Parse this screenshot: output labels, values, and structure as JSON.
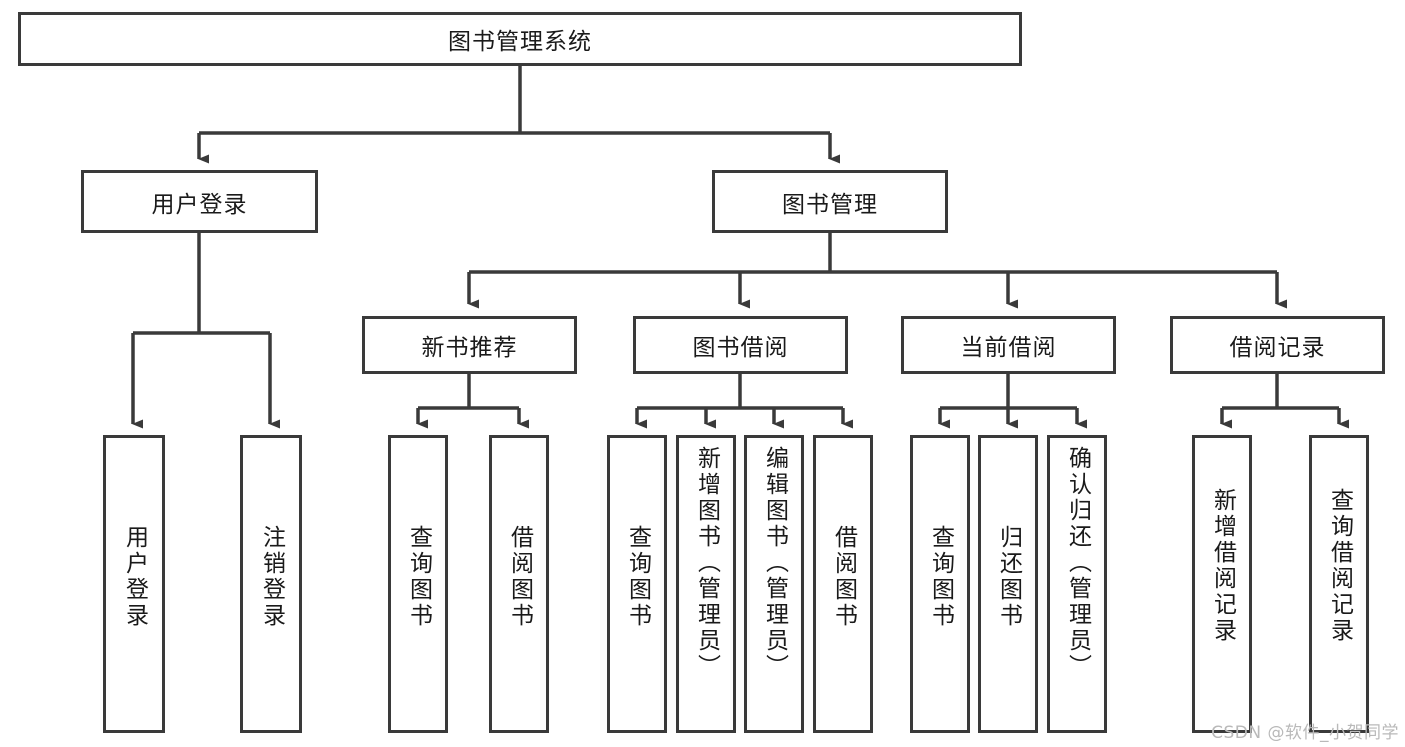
{
  "diagram": {
    "title": "图书管理系统",
    "type": "tree-hierarchy-chart",
    "watermark": "CSDN @软件_小贺同学",
    "colors": {
      "border": "#3a3a3a",
      "connector": "#3a3a3a",
      "background": "#ffffff",
      "text": "#1a1a1a",
      "watermark": "#b9b9b9"
    },
    "nodes": {
      "root": {
        "label": "图书管理系统"
      },
      "level2": [
        {
          "label": "用户登录"
        },
        {
          "label": "图书管理"
        }
      ],
      "level3": [
        {
          "label": "新书推荐"
        },
        {
          "label": "图书借阅"
        },
        {
          "label": "当前借阅"
        },
        {
          "label": "借阅记录"
        }
      ],
      "leaves_user_login": [
        {
          "label": "用户登录"
        },
        {
          "label": "注销登录"
        }
      ],
      "leaves_new_book": [
        {
          "label": "查询图书"
        },
        {
          "label": "借阅图书"
        }
      ],
      "leaves_book_borrow": [
        {
          "label": "查询图书"
        },
        {
          "label": "新增图书（管理员）"
        },
        {
          "label": "编辑图书（管理员）"
        },
        {
          "label": "借阅图书"
        }
      ],
      "leaves_current_borrow": [
        {
          "label": "查询图书"
        },
        {
          "label": "归还图书"
        },
        {
          "label": "确认归还（管理员）"
        }
      ],
      "leaves_borrow_record": [
        {
          "label": "新增借阅记录"
        },
        {
          "label": "查询借阅记录"
        }
      ]
    }
  }
}
